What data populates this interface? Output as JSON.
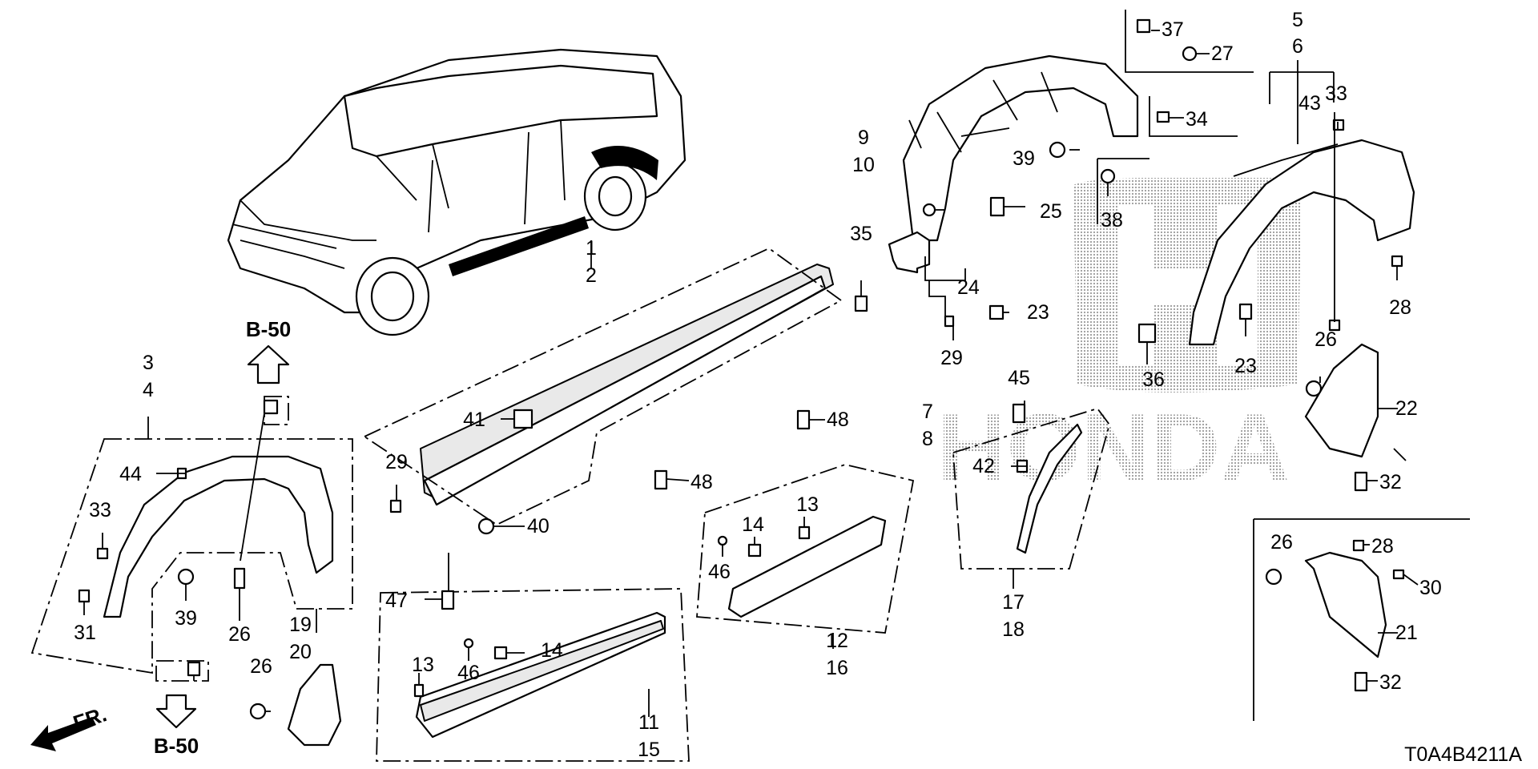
{
  "diagram_code": "T0A4B4211A",
  "direction_label": "FR.",
  "reference_labels": {
    "top": "B-50",
    "bottom": "B-50"
  },
  "watermark_text": "HONDA",
  "callouts": {
    "c1_2": [
      "1",
      "2"
    ],
    "c3_4": [
      "3",
      "4"
    ],
    "c5_6": [
      "5",
      "6"
    ],
    "c7_8": [
      "7",
      "8"
    ],
    "c9_10": [
      "9",
      "10"
    ],
    "c11_15": [
      "11",
      "15"
    ],
    "c12_16": [
      "12",
      "16"
    ],
    "c17_18": [
      "17",
      "18"
    ],
    "c19_20": [
      "19",
      "20"
    ],
    "singles": [
      "13",
      "13",
      "14",
      "14",
      "21",
      "22",
      "23",
      "23",
      "24",
      "25",
      "26",
      "26",
      "26",
      "26",
      "27",
      "28",
      "28",
      "29",
      "29",
      "30",
      "31",
      "32",
      "32",
      "33",
      "33",
      "34",
      "35",
      "36",
      "37",
      "38",
      "39",
      "39",
      "40",
      "41",
      "42",
      "43",
      "44",
      "45",
      "46",
      "46",
      "47",
      "48",
      "48"
    ]
  }
}
